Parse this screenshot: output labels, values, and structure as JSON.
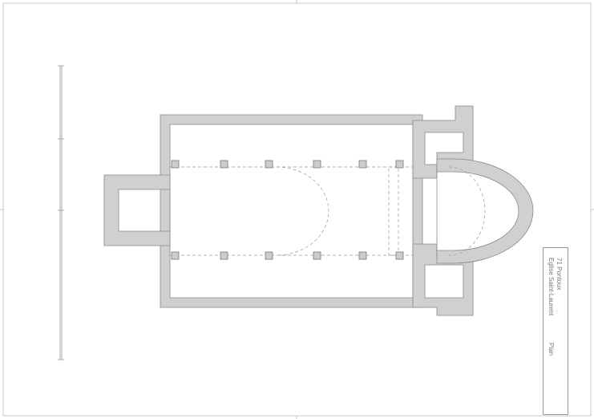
{
  "title_block": {
    "commune": "71 Pontoux",
    "building": "Eglise Saint-Laurent",
    "view": "Plan"
  },
  "colors": {
    "wall_fill": "#d0d0d0",
    "line": "#888888"
  }
}
